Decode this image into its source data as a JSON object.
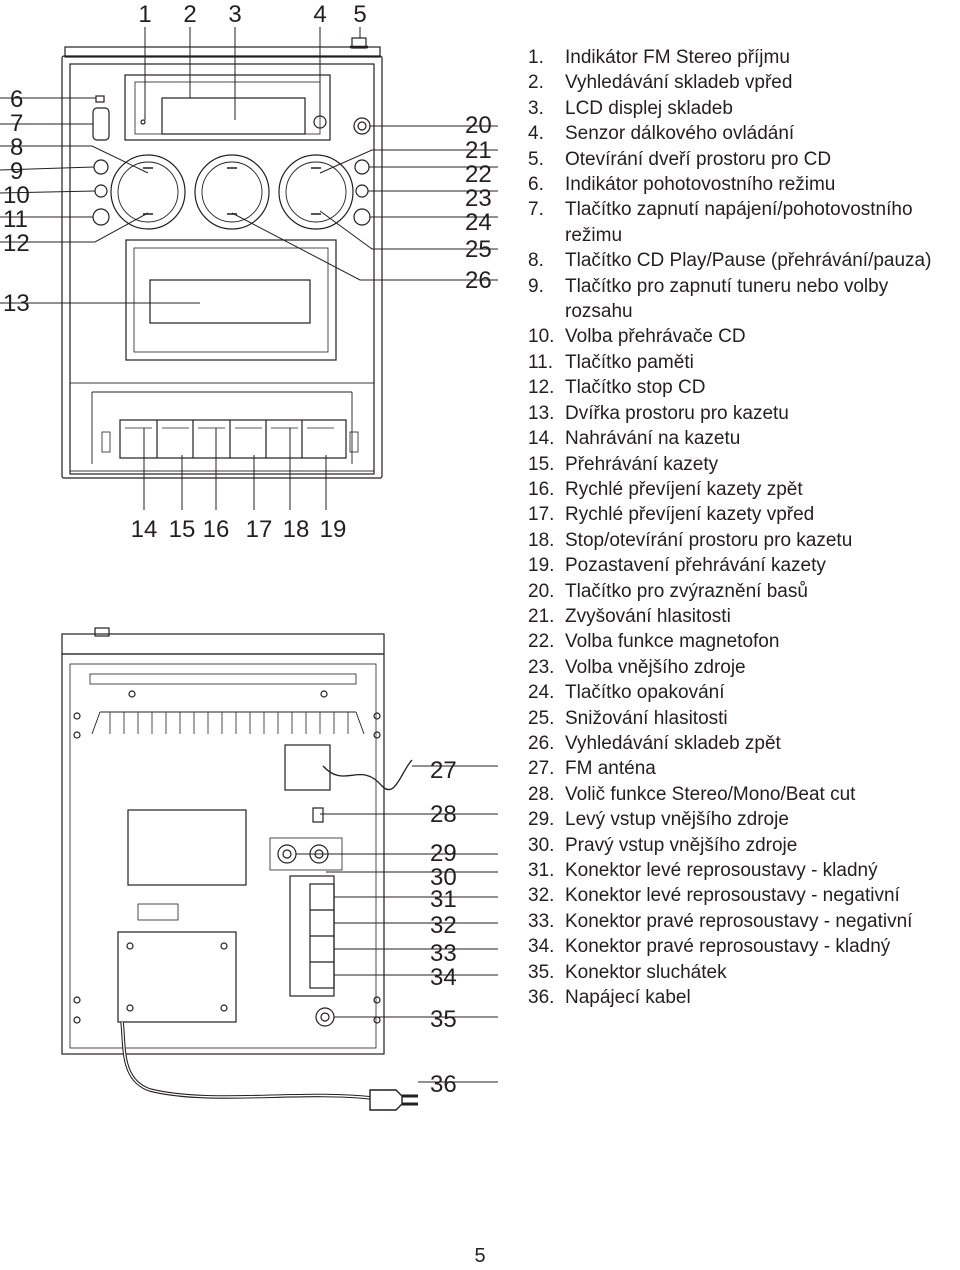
{
  "callouts": {
    "front_top": [
      "1",
      "2",
      "3",
      "4",
      "5"
    ],
    "front_left": [
      "6",
      "7",
      "8",
      "9",
      "10",
      "11",
      "12",
      "13"
    ],
    "front_right": [
      "20",
      "21",
      "22",
      "23",
      "24",
      "25",
      "26"
    ],
    "front_bottom": [
      "14",
      "15",
      "16",
      "17",
      "18",
      "19"
    ],
    "rear_right": [
      "27",
      "28",
      "29",
      "30",
      "31",
      "32",
      "33",
      "34",
      "35",
      "36"
    ]
  },
  "legend": [
    {
      "num": "1.",
      "text": "Indikátor FM Stereo příjmu"
    },
    {
      "num": "2.",
      "text": "Vyhledávání skladeb vpřed"
    },
    {
      "num": "3.",
      "text": "LCD displej skladeb"
    },
    {
      "num": "4.",
      "text": "Senzor dálkového ovládání"
    },
    {
      "num": "5.",
      "text": "Otevírání dveří prostoru pro CD"
    },
    {
      "num": "6.",
      "text": "Indikátor pohotovostního režimu"
    },
    {
      "num": "7.",
      "text": "Tlačítko zapnutí napájení/pohotovostního režimu"
    },
    {
      "num": "8.",
      "text": "Tlačítko CD Play/Pause (přehrávání/pauza)"
    },
    {
      "num": "9.",
      "text": "Tlačítko pro zapnutí tuneru nebo volby rozsahu"
    },
    {
      "num": "10.",
      "text": "Volba přehrávače CD"
    },
    {
      "num": "11.",
      "text": "Tlačítko paměti"
    },
    {
      "num": "12.",
      "text": "Tlačítko stop CD"
    },
    {
      "num": "13.",
      "text": "Dvířka prostoru pro kazetu"
    },
    {
      "num": "14.",
      "text": "Nahrávání na kazetu"
    },
    {
      "num": "15.",
      "text": "Přehrávání kazety"
    },
    {
      "num": "16.",
      "text": "Rychlé převíjení kazety zpět"
    },
    {
      "num": "17.",
      "text": "Rychlé převíjení kazety vpřed"
    },
    {
      "num": "18.",
      "text": "Stop/otevírání prostoru pro kazetu"
    },
    {
      "num": "19.",
      "text": "Pozastavení přehrávání kazety"
    },
    {
      "num": "20.",
      "text": "Tlačítko pro zvýraznění basů"
    },
    {
      "num": "21.",
      "text": "Zvyšování hlasitosti"
    },
    {
      "num": "22.",
      "text": "Volba funkce magnetofon"
    },
    {
      "num": "23.",
      "text": "Volba vnějšího zdroje"
    },
    {
      "num": "24.",
      "text": "Tlačítko opakování"
    },
    {
      "num": "25.",
      "text": "Snižování hlasitosti"
    },
    {
      "num": "26.",
      "text": "Vyhledávání skladeb zpět"
    },
    {
      "num": "27.",
      "text": "FM anténa"
    },
    {
      "num": "28.",
      "text": "Volič funkce Stereo/Mono/Beat cut"
    },
    {
      "num": "29.",
      "text": "Levý vstup vnějšího zdroje"
    },
    {
      "num": "30.",
      "text": "Pravý vstup vnějšího zdroje"
    },
    {
      "num": "31.",
      "text": "Konektor levé reprosoustavy - kladný"
    },
    {
      "num": "32.",
      "text": "Konektor levé reprosoustavy - negativní"
    },
    {
      "num": "33.",
      "text": "Konektor pravé reprosoustavy - negativní"
    },
    {
      "num": "34.",
      "text": "Konektor pravé reprosoustavy - kladný"
    },
    {
      "num": "35.",
      "text": "Konektor sluchátek"
    },
    {
      "num": "36.",
      "text": "Napájecí kabel"
    }
  ],
  "page_number": "5"
}
